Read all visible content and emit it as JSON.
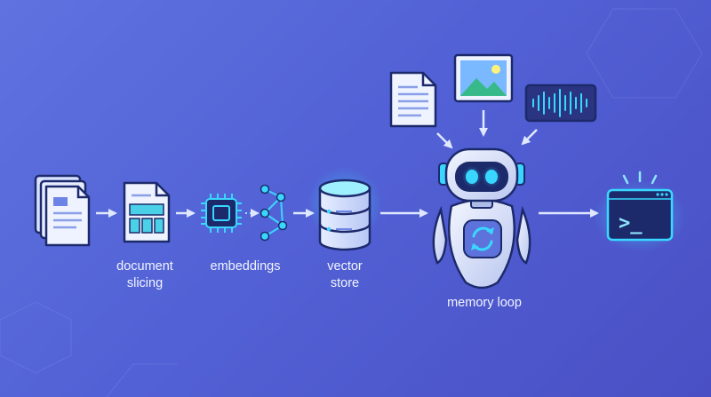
{
  "diagram": {
    "labels": {
      "document_slicing": [
        "document",
        "slicing"
      ],
      "embeddings": "embeddings",
      "vector_store": [
        "vector",
        "store"
      ],
      "memory_loop": "memory loop"
    },
    "terminal_prompt": ">_"
  },
  "icons": {
    "document_stack": "document-stack-icon",
    "sliced_document": "sliced-document-icon",
    "chip": "chip-icon",
    "network": "network-nodes-icon",
    "database": "database-icon",
    "robot": "robot-icon",
    "text_document": "text-document-icon",
    "image": "image-icon",
    "audio": "audio-waveform-icon",
    "terminal": "terminal-icon"
  },
  "colors": {
    "background_start": "#5f72df",
    "background_end": "#4a4fc4",
    "accent_cyan": "#39d7ff",
    "navy": "#1c2a6b",
    "paper": "#eef3ff",
    "arrow": "#dfe8ff"
  }
}
